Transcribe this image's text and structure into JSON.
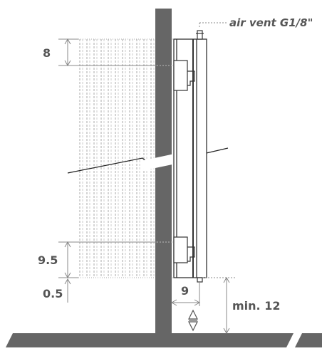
{
  "diagram": {
    "labels": {
      "air_vent": "air vent G1/8\"",
      "dim_top": "8",
      "dim_bottom": "9.5",
      "dim_offset": "0.5",
      "dim_wall_gap": "9",
      "dim_floor_clearance": "min. 12"
    },
    "colors": {
      "wall": "#666666",
      "radiator_stroke": "#333333",
      "dim_line": "#888888",
      "hatch": "#aaaaaa",
      "text": "#555555"
    }
  }
}
